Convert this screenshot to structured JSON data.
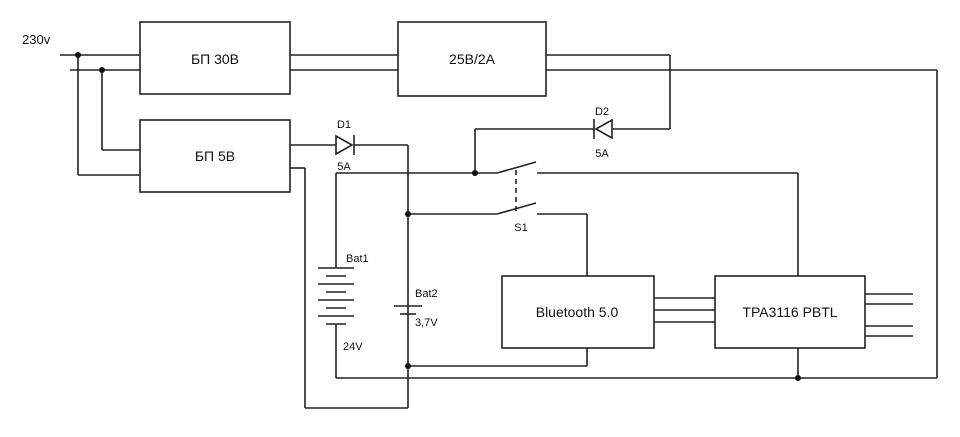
{
  "input_label": "230v",
  "blocks": {
    "psu30": "БП 30В",
    "dcdc": "25В/2А",
    "psu5": "БП 5В",
    "bluetooth": "Bluetooth 5.0",
    "amp": "TPA3116 PBTL"
  },
  "components": {
    "d1": {
      "label": "D1",
      "rating": "5A"
    },
    "d2": {
      "label": "D2",
      "rating": "5A"
    },
    "s1": {
      "label": "S1"
    },
    "bat1": {
      "label": "Bat1",
      "voltage": "24V"
    },
    "bat2": {
      "label": "Bat2",
      "voltage": "3,7V"
    }
  }
}
